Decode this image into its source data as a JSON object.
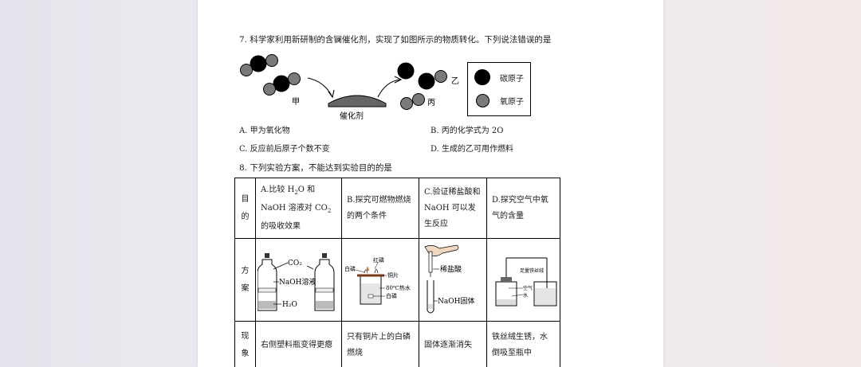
{
  "q7": {
    "stem": "7. 科学家利用新研制的含镧催化剂，实现了如图所示的物质转化。下列说法错误的是",
    "labels": {
      "jia": "甲",
      "catalyst": "催化剂",
      "bing": "丙",
      "yi": "乙"
    },
    "legend": [
      {
        "label": "碳原子",
        "color": "#000000"
      },
      {
        "label": "氧原子",
        "color": "#7a7a7a"
      }
    ],
    "options": {
      "A": "A.  甲为氧化物",
      "B": "B.  丙的化学式为 2O",
      "C": "C.  反应前后原子个数不变",
      "D": "D.  生成的乙可用作燃料"
    }
  },
  "q8": {
    "stem": "8. 下列实验方案，不能达到实验目的的是",
    "row_heads": {
      "purpose": [
        "目",
        "的"
      ],
      "scheme": [
        "方",
        "案"
      ],
      "phenomenon": [
        "现",
        "象"
      ]
    },
    "purpose": {
      "A": {
        "pre": "A.比较 H",
        "mid": "O 和 NaOH 溶液对 CO",
        "post": " 的吸收效果"
      },
      "B": "B.探究可燃物燃烧的两个条件",
      "C": "C.验证稀盐酸和 NaOH 可以发生反应",
      "D": "D.探究空气中氧气的含量"
    },
    "scheme_labels": {
      "A": {
        "co2": "CO₂",
        "naoh": "NaOH溶液",
        "h2o": "H₂O"
      },
      "B": {
        "white_p": "白磷",
        "red_p": "红磷",
        "copper": "铜片",
        "hot_water": "80℃热水",
        "white_p2": "白磷"
      },
      "C": {
        "acid": "稀盐酸",
        "solid": "NaOH固体"
      },
      "D": {
        "wool": "足量铁丝绒",
        "air": "空气",
        "water": "水"
      }
    },
    "phenomenon": {
      "A": "右侧塑料瓶变得更瘪",
      "B": "只有铜片上的白磷燃烧",
      "C": "固体逐渐消失",
      "D": "铁丝绒生锈，水倒吸至瓶中"
    }
  }
}
